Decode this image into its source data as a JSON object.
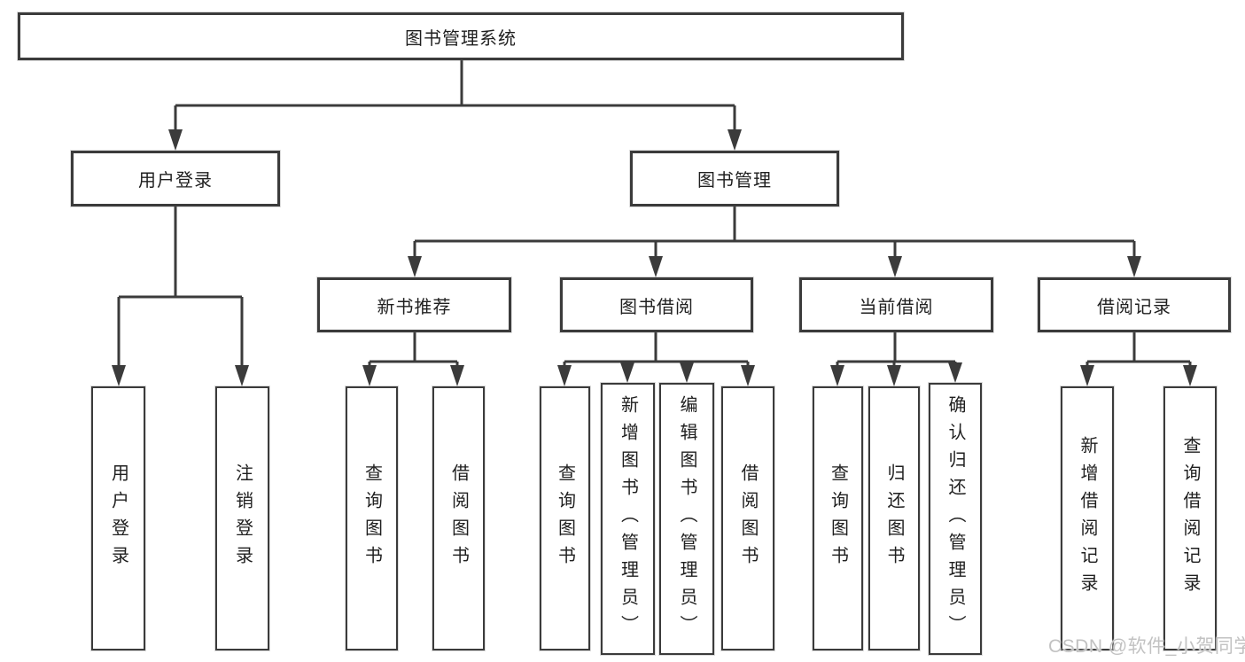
{
  "root": {
    "label": "图书管理系统"
  },
  "branches": {
    "user_login": {
      "label": "用户登录",
      "leaves": [
        {
          "label": "用户登录"
        },
        {
          "label": "注销登录"
        }
      ]
    },
    "book_mgmt": {
      "label": "图书管理",
      "sections": {
        "new_book": {
          "label": "新书推荐",
          "leaves": [
            {
              "label": "查询图书"
            },
            {
              "label": "借阅图书"
            }
          ]
        },
        "borrow": {
          "label": "图书借阅",
          "leaves": [
            {
              "label": "查询图书"
            },
            {
              "label": "新增图书（管理员）"
            },
            {
              "label": "编辑图书（管理员）"
            },
            {
              "label": "借阅图书"
            }
          ]
        },
        "current": {
          "label": "当前借阅",
          "leaves": [
            {
              "label": "查询图书"
            },
            {
              "label": "归还图书"
            },
            {
              "label": "确认归还（管理员）"
            }
          ]
        },
        "records": {
          "label": "借阅记录",
          "leaves": [
            {
              "label": "新增借阅记录"
            },
            {
              "label": "查询借阅记录"
            }
          ]
        }
      }
    }
  },
  "watermark": {
    "text": "CSDN @软件_小贺同学"
  },
  "colors": {
    "line": "#3b3b3b",
    "text": "#1f1f1f",
    "bg": "#ffffff",
    "watermark": "#c2c2c2"
  }
}
